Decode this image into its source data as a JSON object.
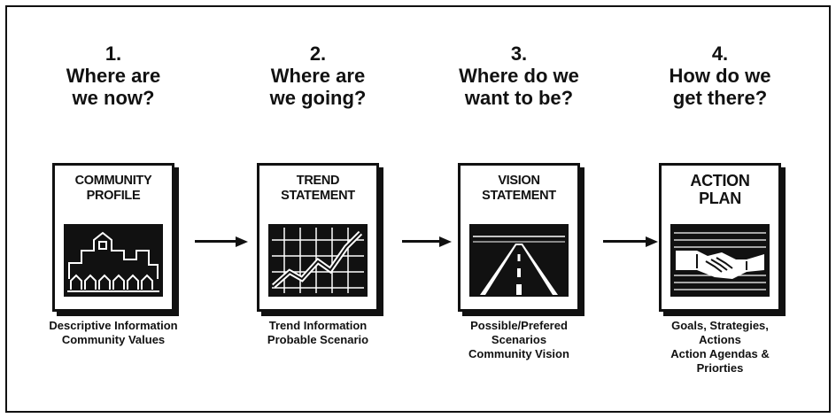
{
  "steps": [
    {
      "number": "1.",
      "question": [
        "Where are",
        "we now?"
      ],
      "box_title": [
        "COMMUNITY",
        "PROFILE"
      ],
      "icon": "community-icon",
      "description": [
        "Descriptive Information",
        "Community Values"
      ]
    },
    {
      "number": "2.",
      "question": [
        "Where are",
        "we going?"
      ],
      "box_title": [
        "TREND",
        "STATEMENT"
      ],
      "icon": "trend-chart-icon",
      "description": [
        "Trend Information",
        "Probable Scenario"
      ]
    },
    {
      "number": "3.",
      "question": [
        "Where do we",
        "want to be?"
      ],
      "box_title": [
        "VISION",
        "STATEMENT"
      ],
      "icon": "road-horizon-icon",
      "description": [
        "Possible/Prefered",
        "Scenarios",
        "Community Vision"
      ]
    },
    {
      "number": "4.",
      "question": [
        "How do we",
        "get there?"
      ],
      "box_title": [
        "ACTION",
        "PLAN"
      ],
      "icon": "handshake-icon",
      "description": [
        "Goals, Strategies,",
        "Actions",
        "Action Agendas &",
        "Priorties"
      ]
    }
  ],
  "colors": {
    "ink": "#111111",
    "background": "#ffffff"
  }
}
